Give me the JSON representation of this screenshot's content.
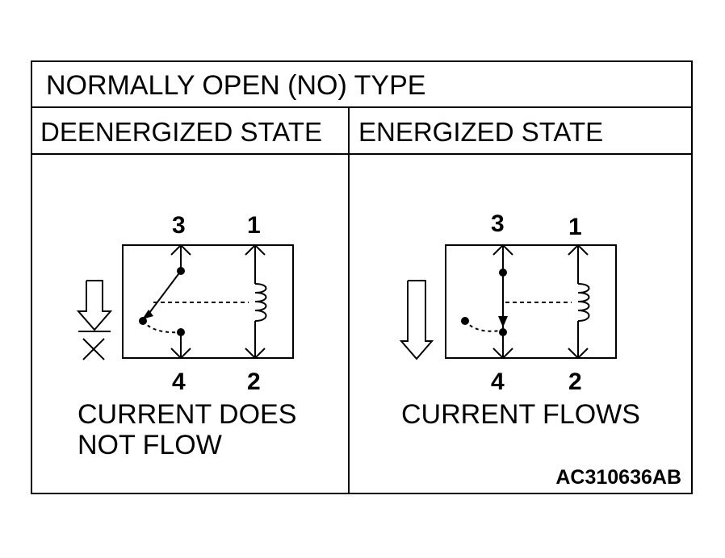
{
  "title": "NORMALLY OPEN (NO) TYPE",
  "columns": {
    "left_header": "DEENERGIZED STATE",
    "right_header": "ENERGIZED STATE"
  },
  "deenergized": {
    "terminals": {
      "t3": "3",
      "t1": "1",
      "t4": "4",
      "t2": "2"
    },
    "caption_line1": "CURRENT DOES",
    "caption_line2": "NOT FLOW"
  },
  "energized": {
    "terminals": {
      "t3": "3",
      "t1": "1",
      "t4": "4",
      "t2": "2"
    },
    "caption": "CURRENT FLOWS"
  },
  "figure_code": "AC310636AB"
}
